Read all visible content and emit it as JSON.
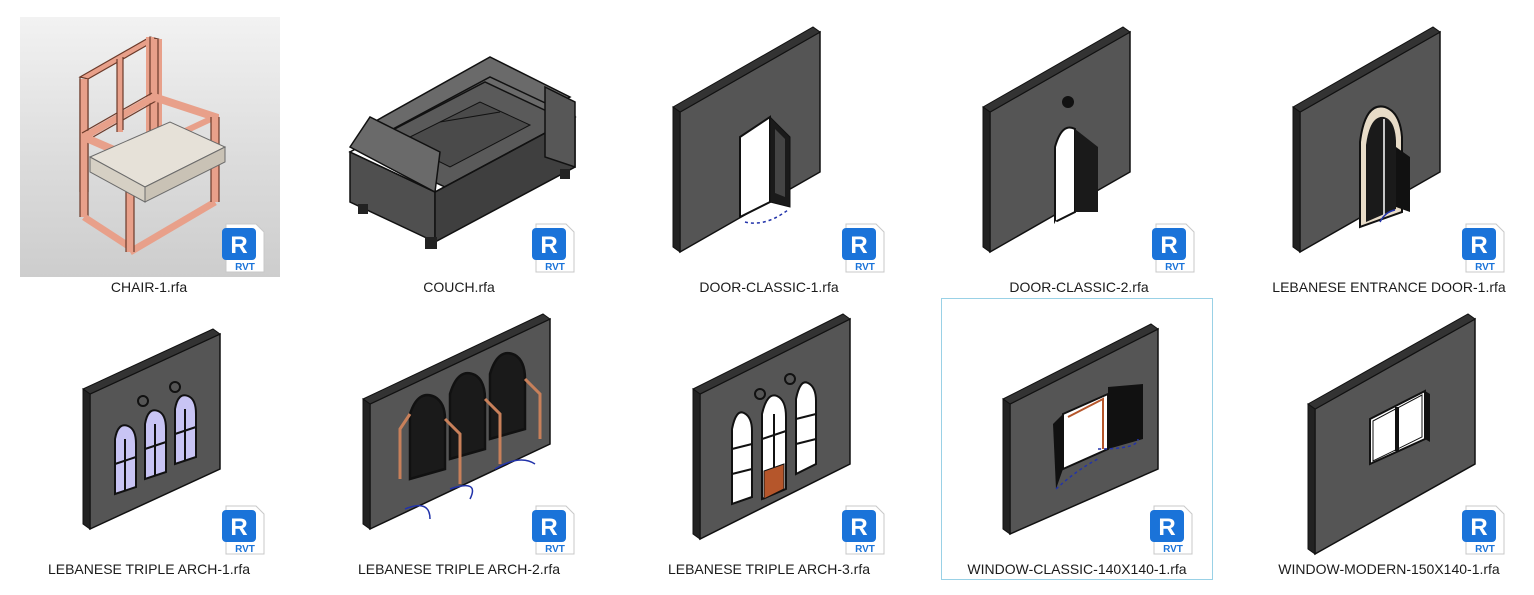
{
  "icons": {
    "file_badge": "revit-rvt-icon"
  },
  "colors": {
    "wall_face": "#555555",
    "wall_edge": "#111111",
    "chair_frame": "#e8a08a",
    "chair_seat": "#e6e1d8",
    "glass": "#c8c4f4",
    "door_wood": "#b5562b",
    "swing_arc": "#2233aa",
    "badge_blue": "#1a73d9",
    "selection_border": "#99d1e6"
  },
  "badge": {
    "letter": "R",
    "label": "RVT"
  },
  "files": [
    {
      "name": "CHAIR-1.rfa"
    },
    {
      "name": "COUCH.rfa"
    },
    {
      "name": "DOOR-CLASSIC-1.rfa"
    },
    {
      "name": "DOOR-CLASSIC-2.rfa"
    },
    {
      "name": "LEBANESE ENTRANCE DOOR-1.rfa"
    },
    {
      "name": "LEBANESE TRIPLE ARCH-1.rfa"
    },
    {
      "name": "LEBANESE TRIPLE ARCH-2.rfa"
    },
    {
      "name": "LEBANESE TRIPLE ARCH-3.rfa"
    },
    {
      "name": "WINDOW-CLASSIC-140X140-1.rfa",
      "selected": true
    },
    {
      "name": "WINDOW-MODERN-150X140-1.rfa"
    }
  ]
}
